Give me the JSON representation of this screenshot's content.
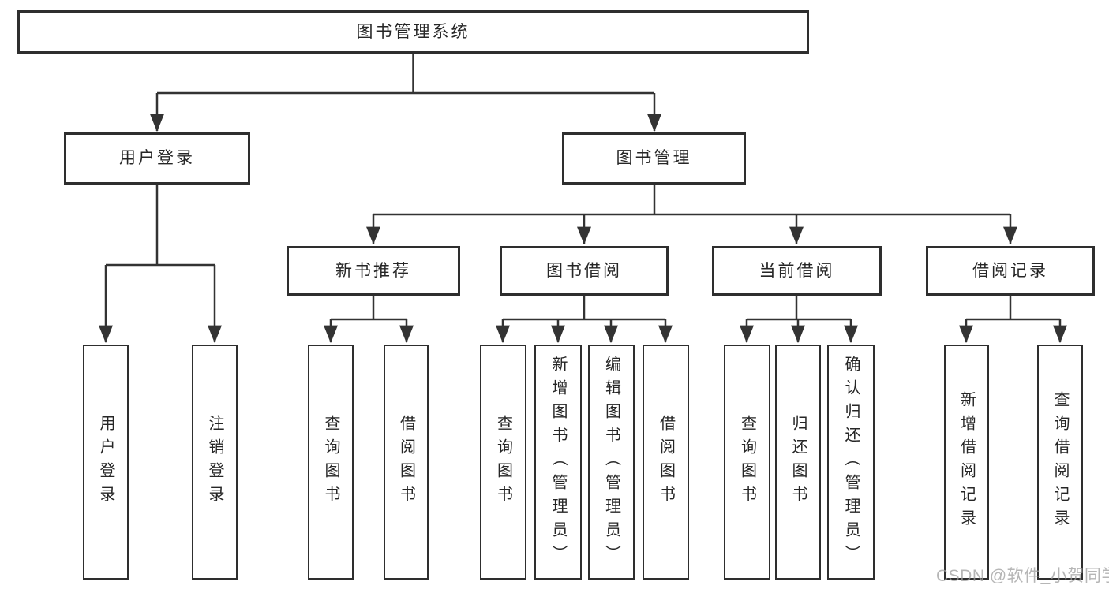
{
  "root": {
    "label": "图书管理系统"
  },
  "level2": [
    {
      "label": "用户登录"
    },
    {
      "label": "图书管理"
    }
  ],
  "level3": [
    {
      "label": "新书推荐"
    },
    {
      "label": "图书借阅"
    },
    {
      "label": "当前借阅"
    },
    {
      "label": "借阅记录"
    }
  ],
  "leaves": {
    "user_login": [
      {
        "label": "用户登录"
      },
      {
        "label": "注销登录"
      }
    ],
    "new_books": [
      {
        "label": "查询图书"
      },
      {
        "label": "借阅图书"
      }
    ],
    "book_borrow": [
      {
        "label": "查询图书"
      },
      {
        "label": "新增图书（管理员）"
      },
      {
        "label": "编辑图书（管理员）"
      },
      {
        "label": "借阅图书"
      }
    ],
    "current_borrow": [
      {
        "label": "查询图书"
      },
      {
        "label": "归还图书"
      },
      {
        "label": "确认归还（管理员）"
      }
    ],
    "borrow_records": [
      {
        "label": "新增借阅记录"
      },
      {
        "label": "查询借阅记录"
      }
    ]
  },
  "watermark": {
    "text": "CSDN @软件_小贺同学"
  },
  "colors": {
    "background": "#ffffff",
    "line": "#333333",
    "box_border": "#2e2e2e",
    "text": "#262626",
    "watermark": "#9e9e9e"
  }
}
